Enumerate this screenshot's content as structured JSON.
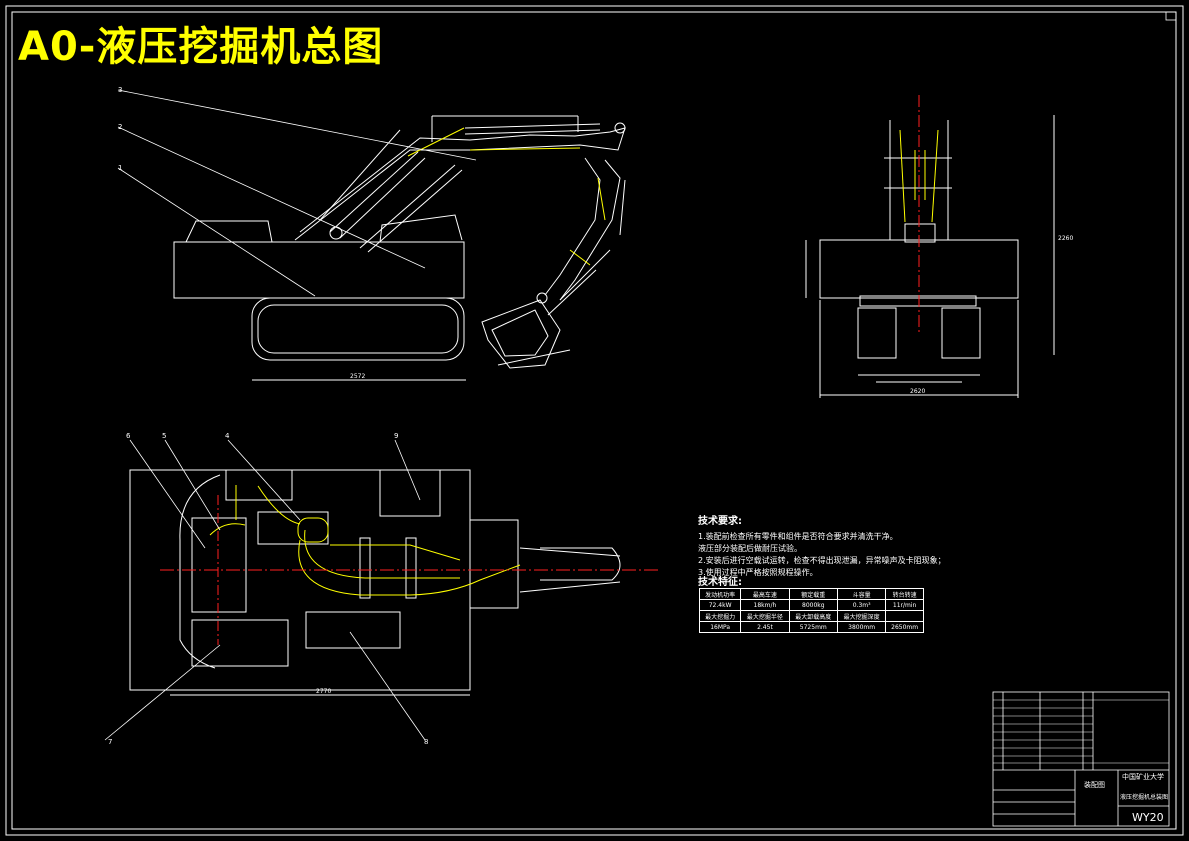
{
  "title": "A0-液压挖掘机总图",
  "tech_requirements": {
    "heading": "技术要求:",
    "lines": [
      "1.装配前检查所有零件和组件是否符合要求并清洗干净。",
      "  液压部分装配后做耐压试验。",
      "2.安装后进行空载试运转，检查不得出现泄漏，异常噪声及卡阻现象；",
      "3.使用过程中严格按照规程操作。"
    ]
  },
  "tech_features": {
    "heading": "技术特征:",
    "rows": [
      [
        "发动机功率",
        "最高车速",
        "额定载重",
        "斗容量",
        "转台转速"
      ],
      [
        "72.4kW",
        "18km/h",
        "8000kg",
        "0.3m³",
        "11r/min"
      ],
      [
        "最大挖掘力",
        "最大挖掘半径",
        "最大卸载高度",
        "最大挖掘深度",
        ""
      ],
      [
        "16MPa",
        "2.45t",
        "5725mm",
        "3800mm",
        "2650mm"
      ]
    ]
  },
  "title_block": {
    "school": "中国矿业大学",
    "drawing_name": "装配图",
    "part_name": "液压挖掘机总装图",
    "code": "WY20"
  },
  "callouts": [
    "1",
    "2",
    "3",
    "4",
    "5",
    "6",
    "7",
    "8",
    "9"
  ],
  "dimensions": {
    "track_length": "2572",
    "plan_width": "2770",
    "front_width": "2620",
    "front_height": "2260"
  }
}
